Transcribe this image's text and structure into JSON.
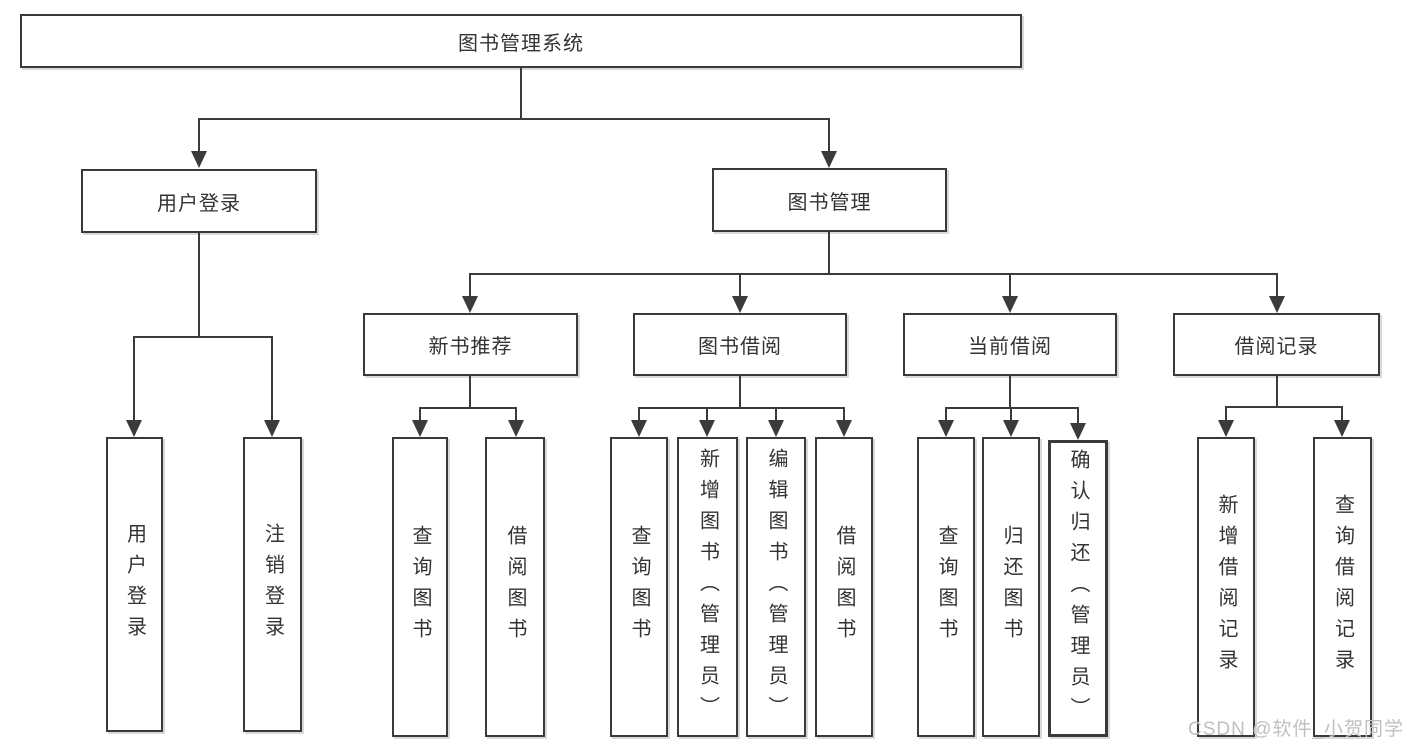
{
  "diagram": {
    "title": "图书管理系统",
    "branches": {
      "user": {
        "label": "用户登录",
        "children": [
          {
            "label": "用户登录"
          },
          {
            "label": "注销登录"
          }
        ]
      },
      "book": {
        "label": "图书管理",
        "sections": [
          {
            "label": "新书推荐",
            "children": [
              {
                "label": "查询图书"
              },
              {
                "label": "借阅图书"
              }
            ]
          },
          {
            "label": "图书借阅",
            "children": [
              {
                "label": "查询图书"
              },
              {
                "label": "新增图书（管理员）"
              },
              {
                "label": "编辑图书（管理员）"
              },
              {
                "label": "借阅图书"
              }
            ]
          },
          {
            "label": "当前借阅",
            "children": [
              {
                "label": "查询图书"
              },
              {
                "label": "归还图书"
              },
              {
                "label": "确认归还（管理员）"
              }
            ]
          },
          {
            "label": "借阅记录",
            "children": [
              {
                "label": "新增借阅记录"
              },
              {
                "label": "查询借阅记录"
              }
            ]
          }
        ]
      }
    },
    "colors": {
      "line": "#3b3b3b",
      "text": "#333333",
      "watermark": "#c0c0c0",
      "background": "#ffffff"
    },
    "watermark": "CSDN @软件_小贺同学"
  }
}
